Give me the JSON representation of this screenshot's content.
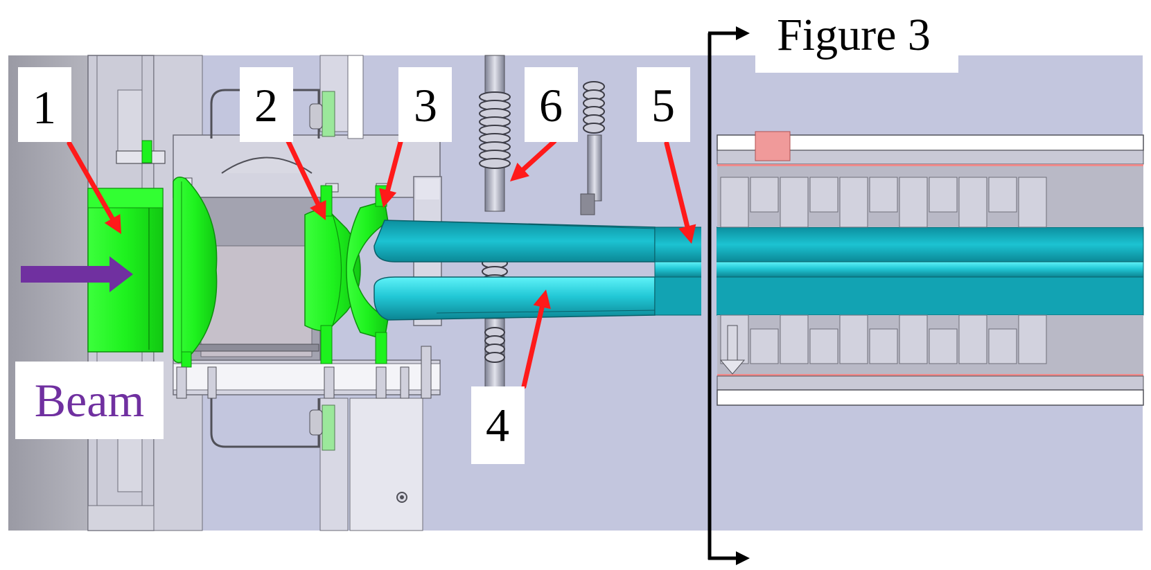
{
  "figure": {
    "section_label": "Figure 3",
    "beam_label": "Beam",
    "callouts": [
      "1",
      "2",
      "3",
      "4",
      "5",
      "6"
    ]
  },
  "colors": {
    "background": "#c3c6de",
    "structure": "#d5d5e2",
    "green_parts": "#1ef21e",
    "cyan_tubes": "#15b8c8",
    "cyan_highlight": "#3ee8f2",
    "arrow_red": "#ff1a1a",
    "beam_purple": "#7030a0",
    "copper_pink": "#f08a8a"
  },
  "icons": [
    "beam-arrow-icon",
    "section-arrow-icon"
  ]
}
